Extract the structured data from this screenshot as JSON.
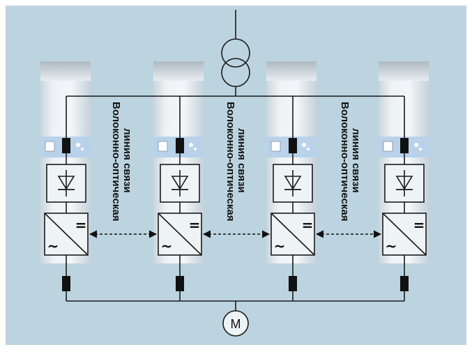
{
  "diagram": {
    "fiber_link_label_line1": "Волоконно-оптическая",
    "fiber_link_label_line2": "линия связи",
    "motor_label": "M",
    "dc_symbol": "=",
    "ac_symbol": "~"
  },
  "colors": {
    "background": "#bcd4df",
    "frame": "#ffffff",
    "module_body": "#dde6ec",
    "module_panel": "#b9d2ea",
    "line": "#1a1a1a",
    "block_fill": "#eef3f6"
  }
}
